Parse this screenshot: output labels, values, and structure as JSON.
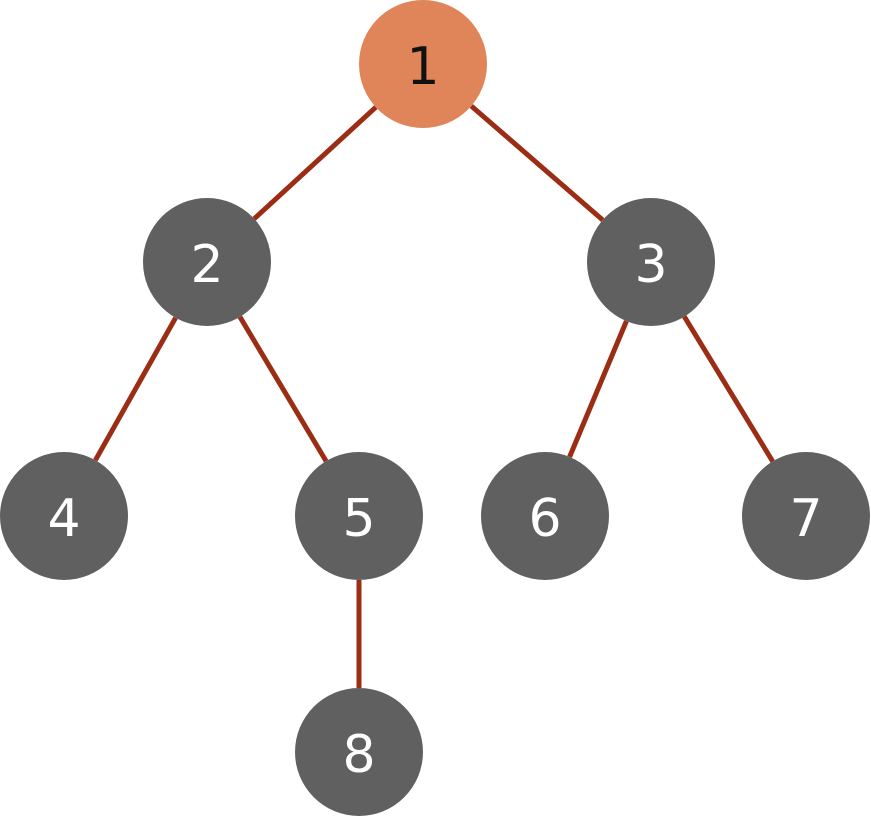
{
  "colors": {
    "edge": "#9B2D14",
    "node_fill": "#606060",
    "root_fill": "#E0845A",
    "node_text": "#FFFFFF",
    "root_text": "#111111"
  },
  "tree": {
    "nodes": [
      {
        "id": "1",
        "label": "1",
        "highlight": true
      },
      {
        "id": "2",
        "label": "2",
        "highlight": false
      },
      {
        "id": "3",
        "label": "3",
        "highlight": false
      },
      {
        "id": "4",
        "label": "4",
        "highlight": false
      },
      {
        "id": "5",
        "label": "5",
        "highlight": false
      },
      {
        "id": "6",
        "label": "6",
        "highlight": false
      },
      {
        "id": "7",
        "label": "7",
        "highlight": false
      },
      {
        "id": "8",
        "label": "8",
        "highlight": false
      }
    ],
    "edges": [
      {
        "from": "1",
        "to": "2"
      },
      {
        "from": "1",
        "to": "3"
      },
      {
        "from": "2",
        "to": "4"
      },
      {
        "from": "2",
        "to": "5"
      },
      {
        "from": "3",
        "to": "6"
      },
      {
        "from": "3",
        "to": "7"
      },
      {
        "from": "5",
        "to": "8"
      }
    ]
  }
}
